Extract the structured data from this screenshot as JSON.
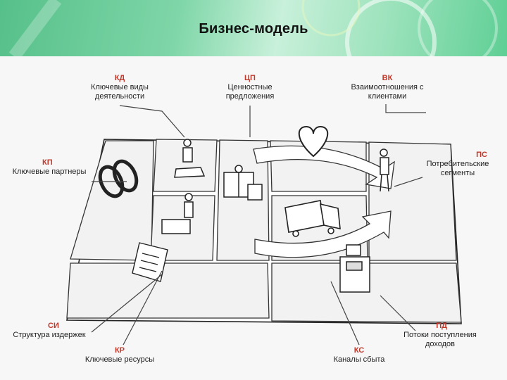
{
  "title": "Бизнес-модель",
  "labels": {
    "kd": {
      "code": "КД",
      "text": "Ключевые виды деятельности"
    },
    "cp": {
      "code": "ЦП",
      "text": "Ценностные предложения"
    },
    "vk": {
      "code": "ВК",
      "text": "Взаимоотношения с клиентами"
    },
    "kp": {
      "code": "КП",
      "text": "Ключевые партнеры"
    },
    "ps": {
      "code": "ПС",
      "text": "Потребительские сегменты"
    },
    "si": {
      "code": "СИ",
      "text": "Структура издержек"
    },
    "kr": {
      "code": "КР",
      "text": "Ключевые ресурсы"
    },
    "ks": {
      "code": "КС",
      "text": "Каналы сбыта"
    },
    "pd": {
      "code": "ПД",
      "text": "Потоки поступления доходов"
    }
  },
  "colors": {
    "code": "#c0392b",
    "banner": "#6fd09e"
  }
}
